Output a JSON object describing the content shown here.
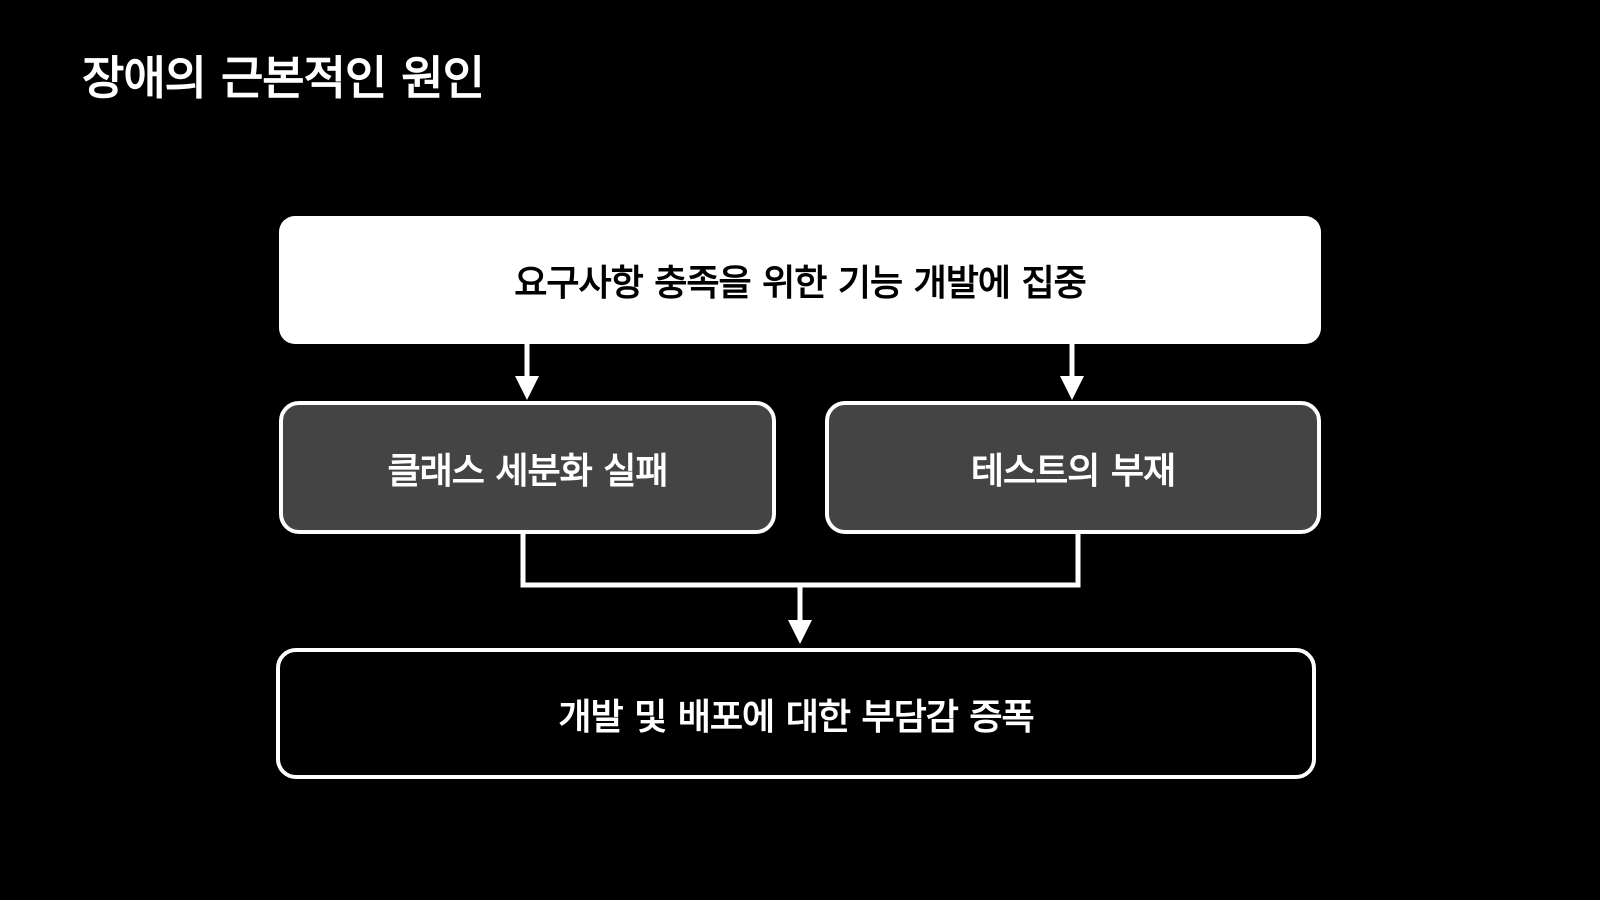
{
  "slide": {
    "title": "장애의 근본적인 원인"
  },
  "diagram": {
    "top_box": "요구사항 충족을 위한 기능 개발에 집중",
    "left_box": "클래스 세분화 실패",
    "right_box": "테스트의 부재",
    "bottom_box": "개발 및 배포에 대한 부담감 증폭"
  },
  "colors": {
    "background": "#000000",
    "top_box_fill": "#ffffff",
    "mid_box_fill": "#444444",
    "outline": "#ffffff"
  }
}
